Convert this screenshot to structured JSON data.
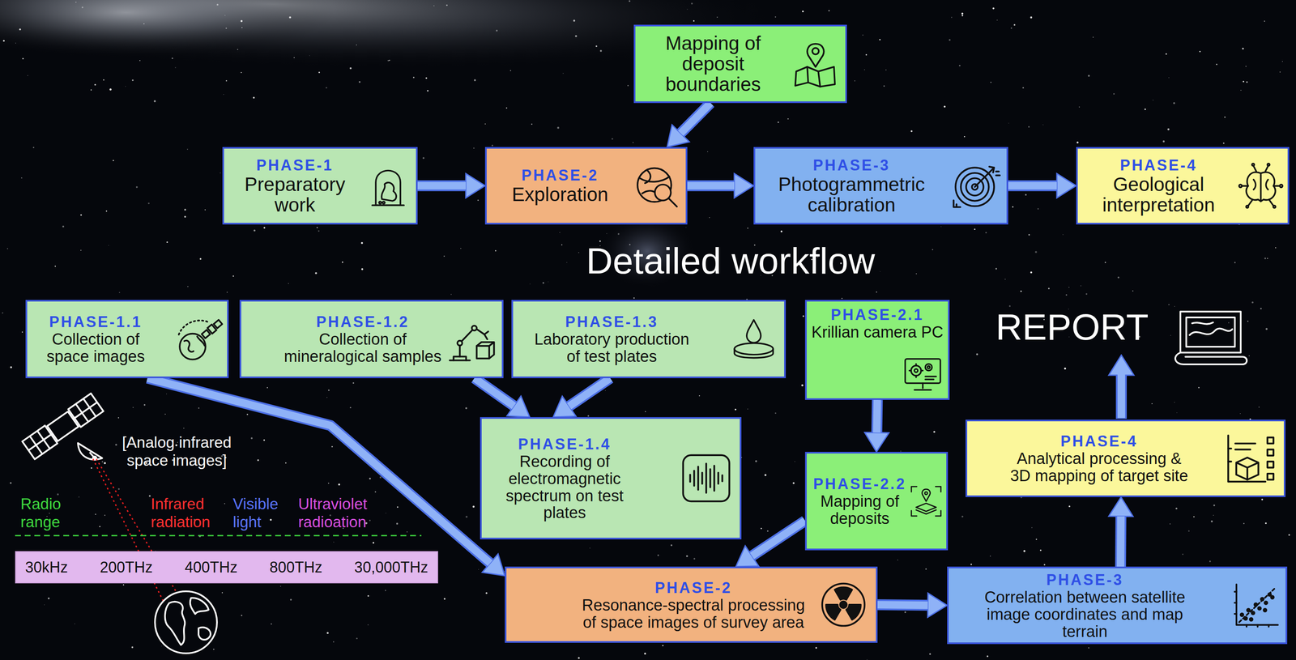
{
  "diagram": {
    "title": "Detailed workflow",
    "nodes": [
      {
        "text": [
          "Mapping of deposit boundaries"
        ]
      },
      {
        "text": [
          "PHASE-1",
          "Preparatory work"
        ]
      },
      {
        "text": [
          "PHASE-2",
          "Exploration"
        ]
      },
      {
        "text": [
          "PHASE-3",
          "Photogrammetric calibration"
        ]
      },
      {
        "text": [
          "PHASE-4",
          "Geological interpretation"
        ]
      },
      {
        "text": [
          "PHASE-1.1",
          "Collection of space images"
        ]
      },
      {
        "text": [
          "PHASE-1.2",
          "Collection of mineralogical samples"
        ]
      },
      {
        "text": [
          "PHASE-1.3",
          "Laboratory production of test plates"
        ]
      },
      {
        "text": [
          "PHASE-2.1",
          "Krillian camera PC"
        ]
      },
      {
        "text": [
          "PHASE-1.4",
          "Recording of electromagnetic spectrum on test plates"
        ]
      },
      {
        "text": [
          "PHASE-2.2",
          "Mapping of deposits"
        ]
      },
      {
        "text": [
          "PHASE-4",
          "Analytical processing & 3D mapping of target site"
        ]
      },
      {
        "text": [
          "PHASE-2",
          "Resonance-spectral processing of space images of survey area"
        ]
      },
      {
        "text": [
          "PHASE-3",
          "Correlation between satellite image coordinates and map terrain"
        ]
      },
      {
        "text": [
          "30kHz",
          "200THz",
          "400THz",
          "800THz",
          "30,000THz"
        ]
      }
    ],
    "edges": [
      {
        "from": 0,
        "to": 2,
        "arrow": "to"
      },
      {
        "from": 1,
        "to": 2,
        "arrow": "to"
      },
      {
        "from": 2,
        "to": 3,
        "arrow": "to"
      },
      {
        "from": 3,
        "to": 4,
        "arrow": "to"
      },
      {
        "from": 5,
        "to": 12,
        "arrow": "to"
      },
      {
        "from": 6,
        "to": 9,
        "arrow": "to"
      },
      {
        "from": 7,
        "to": 9,
        "arrow": "to"
      },
      {
        "from": 8,
        "to": 10,
        "arrow": "to"
      },
      {
        "from": 10,
        "to": 12,
        "arrow": "to"
      },
      {
        "from": 12,
        "to": 13,
        "arrow": "to"
      },
      {
        "from": 13,
        "to": 11,
        "arrow": "to"
      }
    ],
    "labels": [
      "REPORT",
      "[Analog infrared space images]",
      "Radio range",
      "Infrared radiation",
      "Visible light",
      "Ultraviolet radioation"
    ]
  }
}
